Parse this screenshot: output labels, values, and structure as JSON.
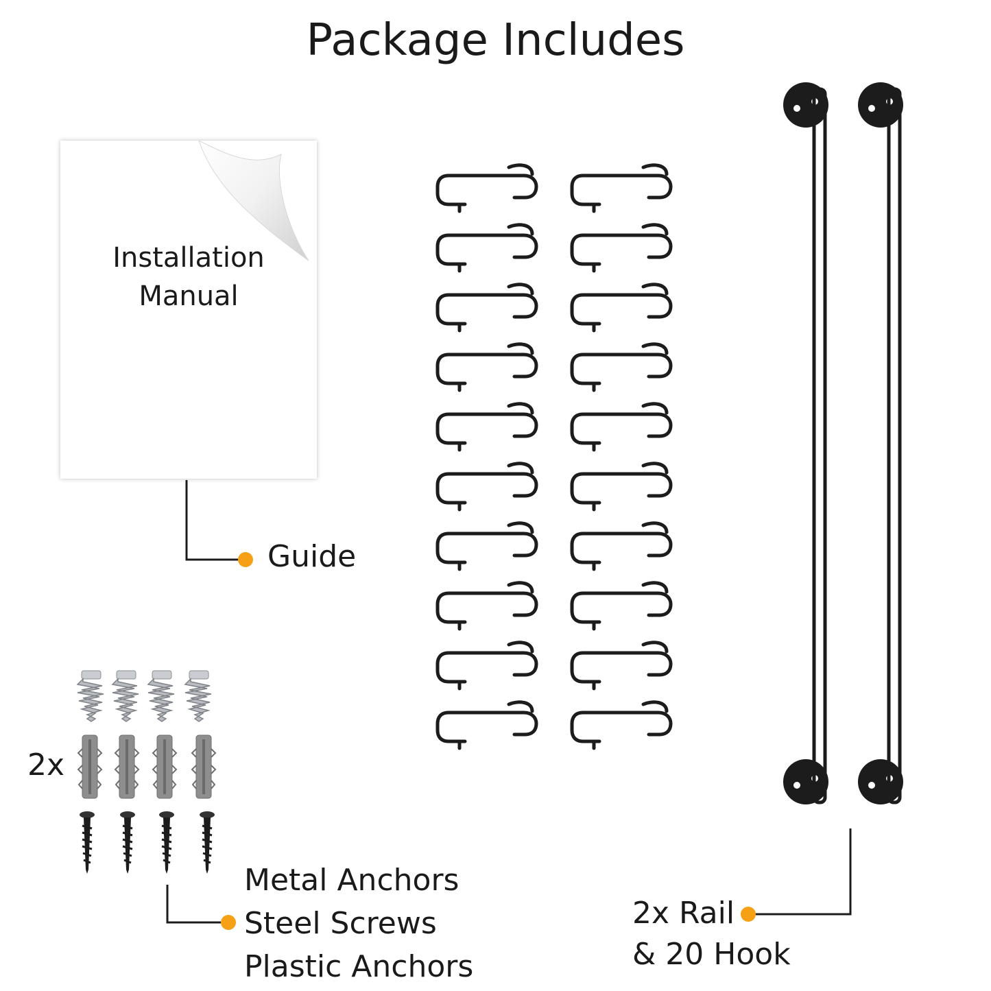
{
  "title": "Package Includes",
  "manual": {
    "line1": "Installation",
    "line2": "Manual"
  },
  "labels": {
    "guide": "Guide",
    "hardware_count": "2x",
    "metal_anchors": "Metal Anchors",
    "steel_screws": "Steel Screws",
    "plastic_anchors": "Plastic Anchors",
    "rail_line1": "2x Rail",
    "rail_line2": "& 20 Hook"
  },
  "colors": {
    "accent": "#f5a015",
    "metal": "#b9bcc1",
    "plastic": "#8e8e8e",
    "hardware": "#1c1c1c"
  },
  "icons": [
    "s-hook-icon",
    "rail-icon",
    "metal-anchor-icon",
    "plastic-anchor-icon",
    "steel-screw-icon",
    "manual-sheet-icon"
  ]
}
